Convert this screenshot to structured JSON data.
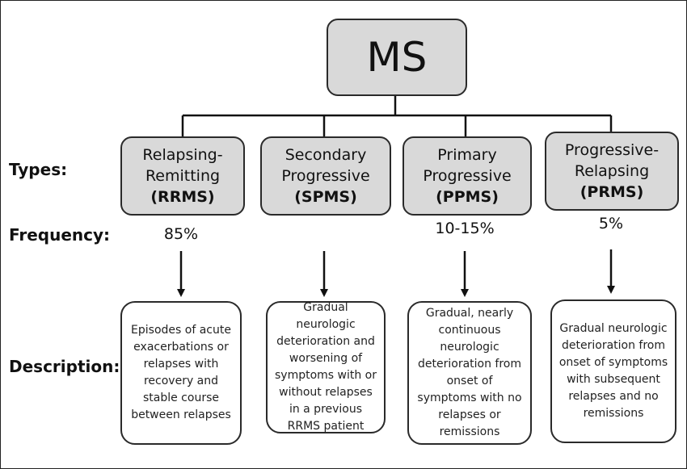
{
  "root": {
    "label": "MS"
  },
  "row_labels": {
    "types": "Types:",
    "frequency": "Frequency:",
    "description": "Description:"
  },
  "types": [
    {
      "name_line1": "Relapsing-",
      "name_line2": "Remitting",
      "abbr": "(RRMS)",
      "frequency": "85%",
      "description": "Episodes of acute exacerbations or relapses with recovery and stable course between relapses"
    },
    {
      "name_line1": "Secondary",
      "name_line2": "Progressive",
      "abbr": "(SPMS)",
      "frequency": "",
      "description": "Gradual neurologic deterioration and worsening of symptoms with or without relapses in a previous RRMS patient"
    },
    {
      "name_line1": "Primary",
      "name_line2": "Progressive",
      "abbr": "(PPMS)",
      "frequency": "10-15%",
      "description": "Gradual, nearly continuous neurologic deterioration from onset of symptoms with no relapses or remissions"
    },
    {
      "name_line1": "Progressive-",
      "name_line2": "Relapsing",
      "abbr": "(PRMS)",
      "frequency": "5%",
      "description": "Gradual neurologic deterioration from onset of symptoms with subsequent relapses and no remissions"
    }
  ]
}
